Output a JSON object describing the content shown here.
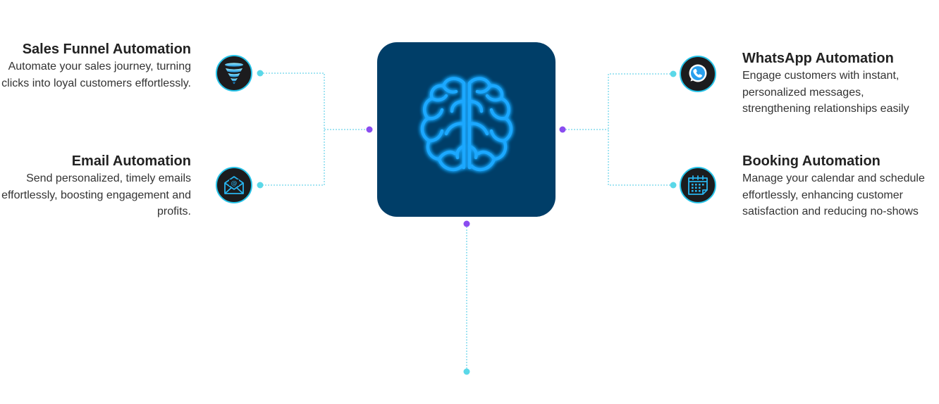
{
  "colors": {
    "hub_background": "#003e68",
    "connector_line": "#47c9e6",
    "dot_cyan": "#5ad8e8",
    "dot_purple": "#8a4cf0",
    "icon_background": "#1c1c1e",
    "icon_ring": "#26c3e8",
    "brain_glow": "#1aa8ff"
  },
  "hub": {
    "icon": "brain-icon"
  },
  "features": {
    "sales_funnel": {
      "title": "Sales Funnel Automation",
      "description": "Automate your sales journey, turning clicks into loyal customers effortlessly.",
      "icon": "funnel-icon"
    },
    "email": {
      "title": "Email Automation",
      "description": "Send personalized, timely emails effortlessly, boosting engagement and profits.",
      "icon": "email-icon"
    },
    "whatsapp": {
      "title": "WhatsApp Automation",
      "description": "Engage customers with instant, personalized messages, strengthening relationships easily",
      "icon": "whatsapp-icon"
    },
    "booking": {
      "title": "Booking Automation",
      "description": "Manage your calendar and schedule effortlessly, enhancing customer satisfaction and reducing no-shows",
      "icon": "calendar-icon"
    }
  }
}
